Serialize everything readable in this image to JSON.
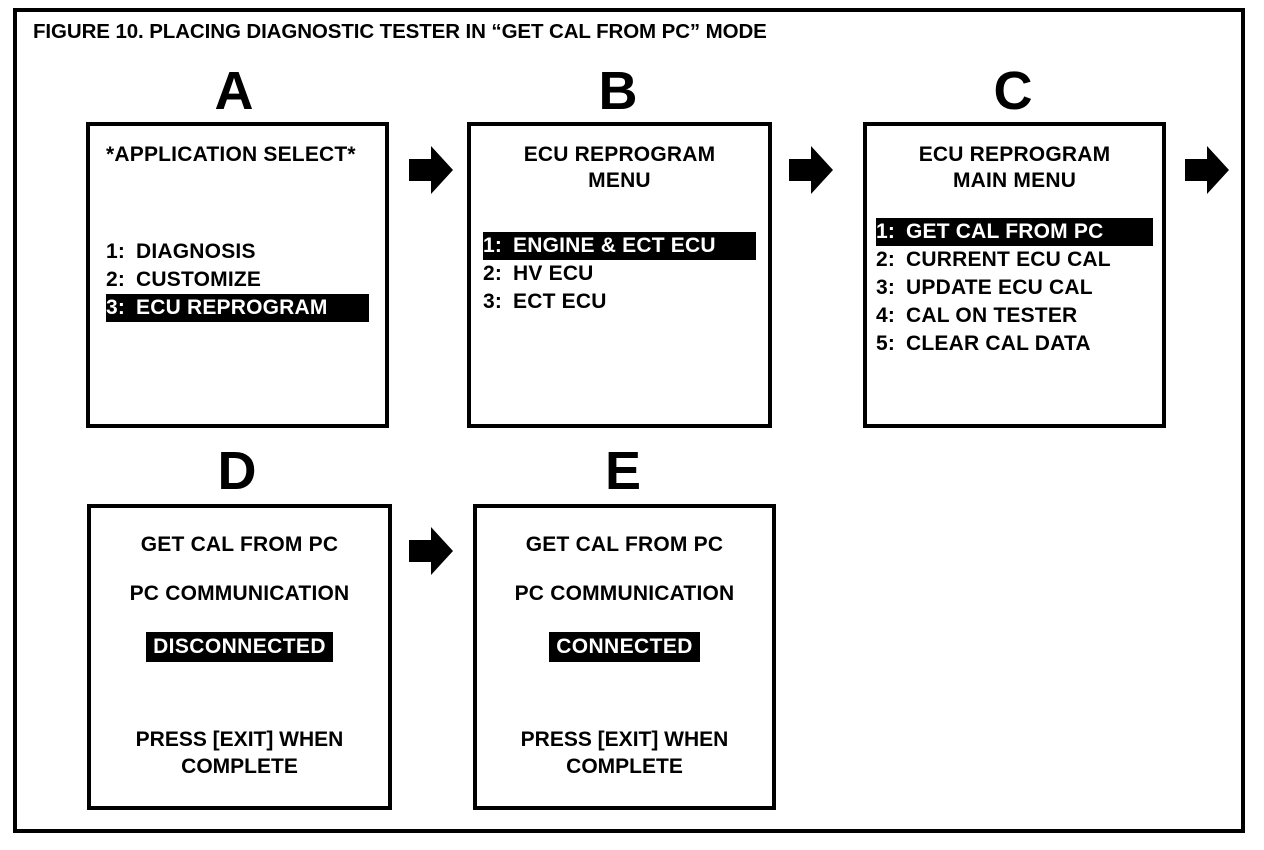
{
  "figure": {
    "caption": "FIGURE 10.  PLACING DIAGNOSTIC TESTER IN “GET CAL FROM PC” MODE"
  },
  "panels": [
    {
      "letter": "A",
      "title": "*APPLICATION SELECT*",
      "title_align": "left",
      "menu": [
        {
          "index": "1:",
          "label": "DIAGNOSIS",
          "selected": false
        },
        {
          "index": "2:",
          "label": "CUSTOMIZE",
          "selected": false
        },
        {
          "index": "3:",
          "label": "ECU REPROGRAM",
          "selected": true
        }
      ]
    },
    {
      "letter": "B",
      "title": "ECU REPROGRAM\nMENU",
      "title_align": "center",
      "menu": [
        {
          "index": "1:",
          "label": "ENGINE & ECT ECU",
          "selected": true
        },
        {
          "index": "2:",
          "label": "HV ECU",
          "selected": false
        },
        {
          "index": "3:",
          "label": "ECT ECU",
          "selected": false
        }
      ]
    },
    {
      "letter": "C",
      "title": "ECU REPROGRAM\nMAIN MENU",
      "title_align": "center",
      "menu": [
        {
          "index": "1:",
          "label": "GET CAL FROM PC",
          "selected": true
        },
        {
          "index": "2:",
          "label": "CURRENT ECU CAL",
          "selected": false
        },
        {
          "index": "3:",
          "label": "UPDATE ECU CAL",
          "selected": false
        },
        {
          "index": "4:",
          "label": "CAL ON TESTER",
          "selected": false
        },
        {
          "index": "5:",
          "label": "CLEAR CAL DATA",
          "selected": false
        }
      ]
    },
    {
      "letter": "D",
      "title": "GET CAL FROM PC",
      "subtitle": "PC COMMUNICATION",
      "status": "DISCONNECTED",
      "footer": "PRESS [EXIT] WHEN\nCOMPLETE"
    },
    {
      "letter": "E",
      "title": "GET CAL FROM PC",
      "subtitle": "PC COMMUNICATION",
      "status": "CONNECTED",
      "footer": "PRESS [EXIT] WHEN\nCOMPLETE"
    }
  ],
  "arrows": {
    "a_to_b": "arrow-right-icon",
    "b_to_c": "arrow-right-icon",
    "c_to_next": "arrow-right-icon",
    "d_to_e": "arrow-right-icon"
  },
  "colors": {
    "ink": "#000000",
    "paper": "#ffffff",
    "highlight_bg": "#000000",
    "highlight_fg": "#ffffff"
  }
}
